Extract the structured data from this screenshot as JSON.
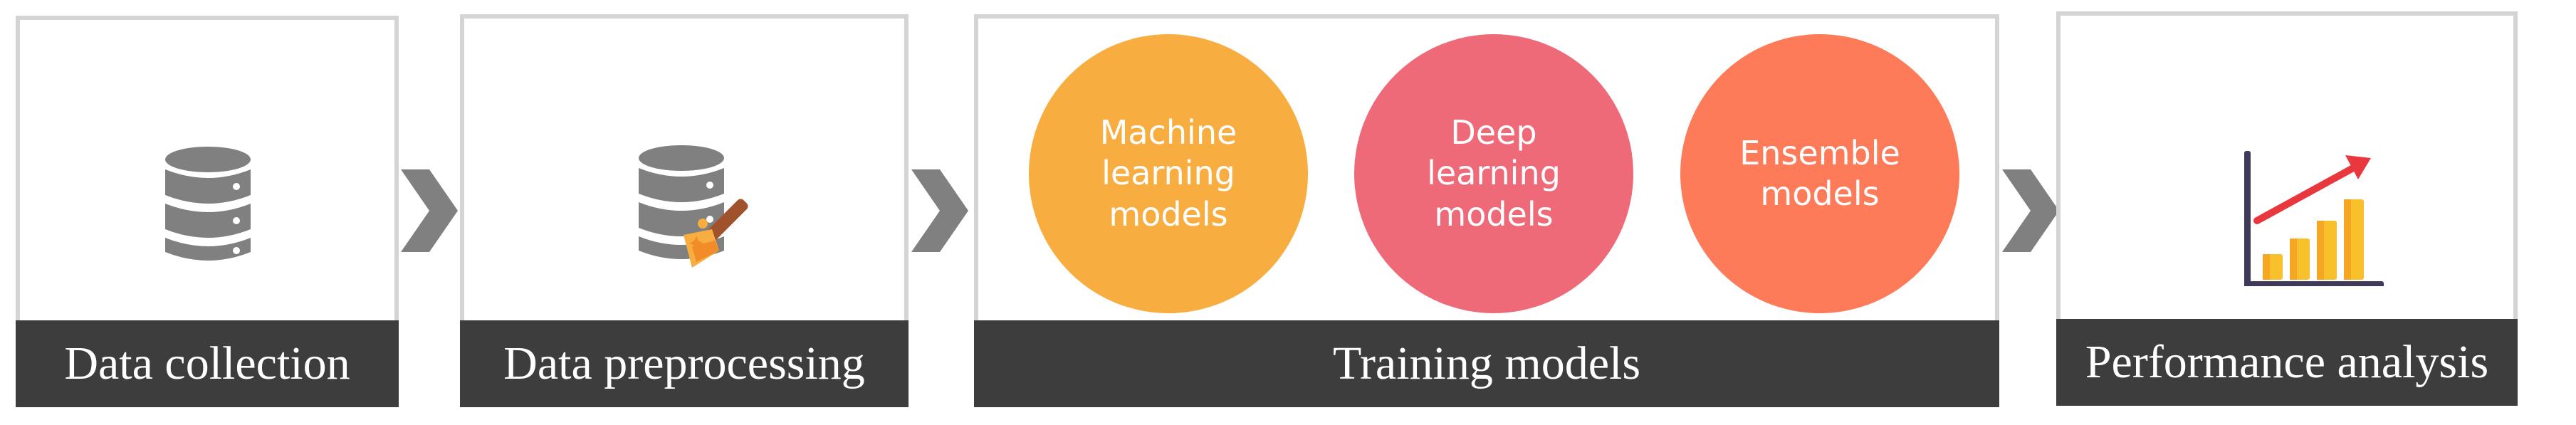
{
  "stages": [
    {
      "label": "Data collection"
    },
    {
      "label": "Data preprocessing"
    },
    {
      "label": "Training models"
    },
    {
      "label": "Performance analysis"
    }
  ],
  "model_types": [
    {
      "label": "Machine\nlearning\nmodels",
      "color": "#f8ad40"
    },
    {
      "label": "Deep\nlearning\nmodels",
      "color": "#ee6a79"
    },
    {
      "label": "Ensemble\nmodels",
      "color": "#fd7b59"
    }
  ],
  "icons": {
    "collection": "database-icon",
    "preprocessing": "database-cleaning-brush-icon",
    "analysis": "bar-chart-growth-icon",
    "flow": "chevron-right-icon"
  },
  "colors": {
    "label_bar": "#3d3d3d",
    "panel_border": "#d4d4d4",
    "icon_gray": "#808080",
    "chevron_gray": "#808080"
  }
}
